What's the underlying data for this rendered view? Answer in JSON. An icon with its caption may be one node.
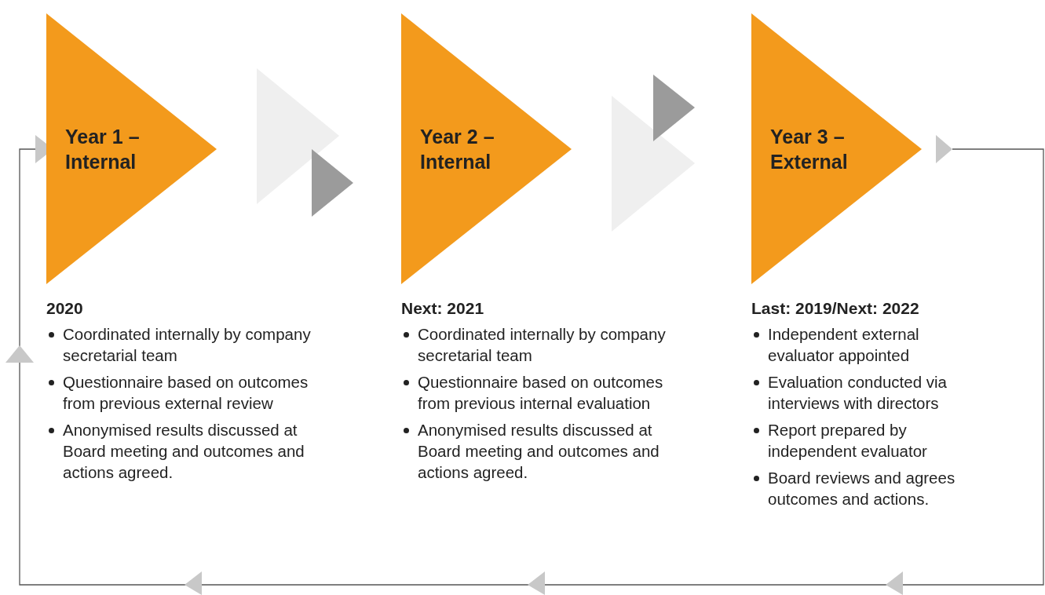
{
  "diagram": {
    "nodes": [
      {
        "text": [
          "Year 1 – Internal"
        ],
        "beside": [
          "2020",
          "Coordinated internally by company secretarial team",
          "Questionnaire based on outcomes from previous external review",
          "Anonymised results discussed at Board meeting and outcomes and actions agreed."
        ]
      },
      {
        "text": [
          "Year 2 – Internal"
        ],
        "beside": [
          "Next: 2021",
          "Coordinated internally by company secretarial team",
          "Questionnaire based on outcomes from previous internal evaluation",
          "Anonymised results discussed at Board meeting and outcomes and actions agreed."
        ]
      },
      {
        "text": [
          "Year 3 – External"
        ],
        "beside": [
          "Last: 2019/Next: 2022",
          "Independent external evaluator appointed",
          "Evaluation conducted via interviews with directors",
          "Report prepared by independent evaluator",
          "Board reviews and agrees outcomes and actions."
        ]
      }
    ],
    "edges": [
      {
        "from": 0,
        "to": 1,
        "arrow": "to"
      },
      {
        "from": 1,
        "to": 2,
        "arrow": "to"
      },
      {
        "from": 2,
        "to": 0,
        "arrow": "to"
      }
    ]
  }
}
